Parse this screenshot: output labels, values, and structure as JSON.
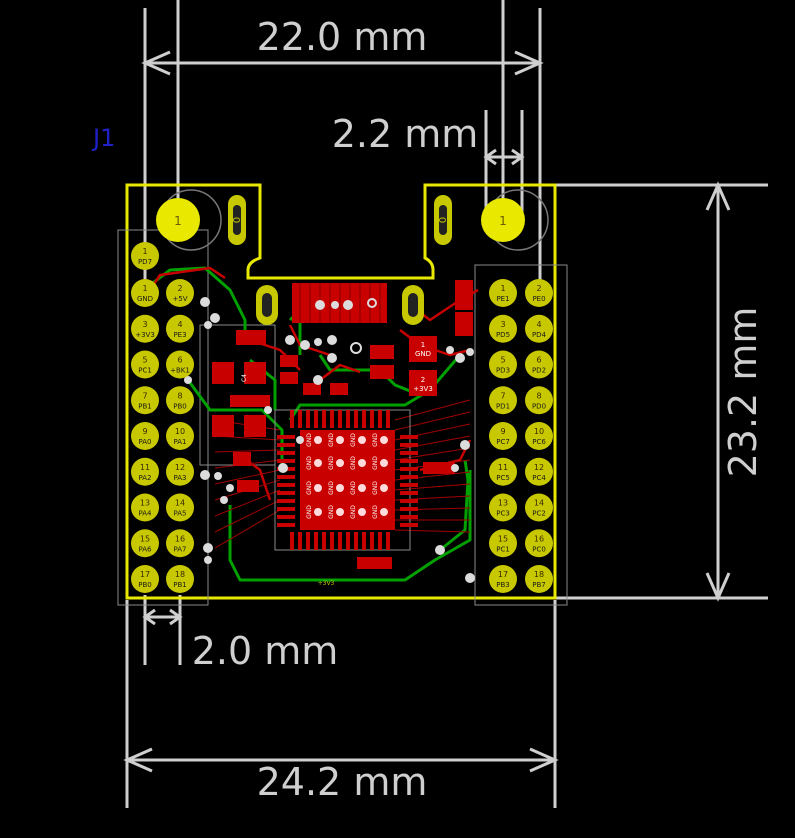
{
  "reference": "J1",
  "dimensions": {
    "top_width": "22.0 mm",
    "hole_spacing": "2.2 mm",
    "height": "23.2 mm",
    "pin_pitch": "2.0 mm",
    "total_width": "24.2 mm"
  },
  "top_holes": {
    "left_pad": "1",
    "right_pad": "1",
    "left_slot": "0",
    "right_slot": "0"
  },
  "left_header": {
    "top_pin": {
      "num": "1",
      "label": "PD7"
    },
    "rows": [
      {
        "a_num": "1",
        "a_label": "GND",
        "b_num": "2",
        "b_label": "+5V"
      },
      {
        "a_num": "3",
        "a_label": "+3V3",
        "b_num": "4",
        "b_label": "PE3"
      },
      {
        "a_num": "5",
        "a_label": "PC1",
        "b_num": "6",
        "b_label": "+BK1"
      },
      {
        "a_num": "7",
        "a_label": "PB1",
        "b_num": "8",
        "b_label": "PB0"
      },
      {
        "a_num": "9",
        "a_label": "PA0",
        "b_num": "10",
        "b_label": "PA1"
      },
      {
        "a_num": "11",
        "a_label": "PA2",
        "b_num": "12",
        "b_label": "PA3"
      },
      {
        "a_num": "13",
        "a_label": "PA4",
        "b_num": "14",
        "b_label": "PA5"
      },
      {
        "a_num": "15",
        "a_label": "PA6",
        "b_num": "16",
        "b_label": "PA7"
      },
      {
        "a_num": "17",
        "a_label": "PB0",
        "b_num": "18",
        "b_label": "PB1"
      }
    ]
  },
  "right_header": {
    "rows": [
      {
        "a_num": "1",
        "a_label": "PE1",
        "b_num": "2",
        "b_label": "PE0"
      },
      {
        "a_num": "3",
        "a_label": "PD5",
        "b_num": "4",
        "b_label": "PD4"
      },
      {
        "a_num": "5",
        "a_label": "PD3",
        "b_num": "6",
        "b_label": "PD2"
      },
      {
        "a_num": "7",
        "a_label": "PD1",
        "b_num": "8",
        "b_label": "PD0"
      },
      {
        "a_num": "9",
        "a_label": "PC7",
        "b_num": "10",
        "b_label": "PC6"
      },
      {
        "a_num": "11",
        "a_label": "PC5",
        "b_num": "12",
        "b_label": "PC4"
      },
      {
        "a_num": "13",
        "a_label": "PC3",
        "b_num": "14",
        "b_label": "PC2"
      },
      {
        "a_num": "15",
        "a_label": "PC1",
        "b_num": "16",
        "b_label": "PC0"
      },
      {
        "a_num": "17",
        "a_label": "PB3",
        "b_num": "18",
        "b_label": "PB7"
      }
    ]
  },
  "ic_center_label": "GND",
  "silk": {
    "reg_pin1": "1",
    "reg_gnd": "GND",
    "reg_pin2": "2",
    "reg_3v3": "+3V3",
    "net_3v3": "+3V3",
    "c_label": "C4"
  },
  "colors": {
    "board_outline": "#e8e800",
    "copper_front": "#c80000",
    "copper_front_pad": "#9a0000",
    "copper_back": "#00a000",
    "pad_gold": "#c8c800",
    "dimension": "#cfcfcf",
    "reference": "#2020c8"
  }
}
